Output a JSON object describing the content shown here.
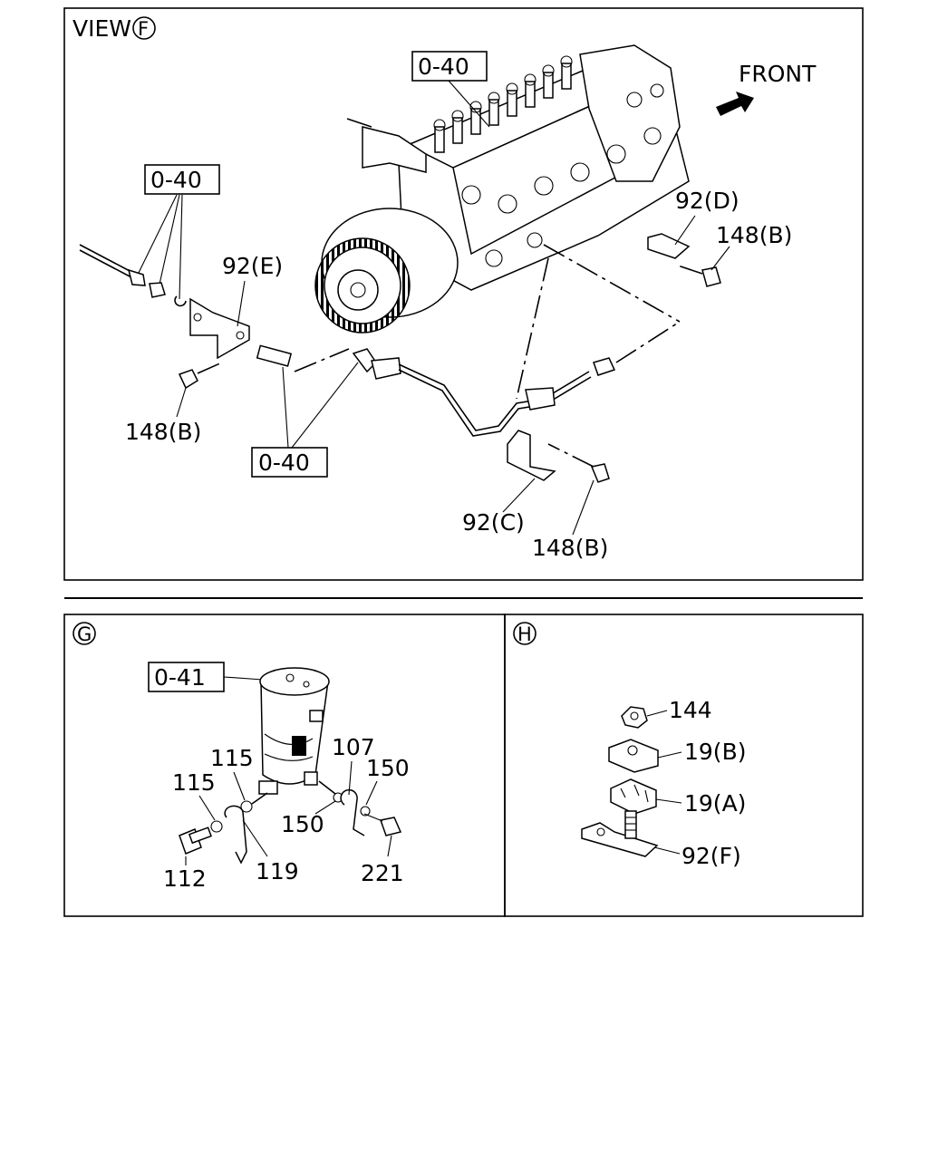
{
  "panel_f": {
    "view_label": "VIEW",
    "view_letter": "F",
    "front_label": "FRONT",
    "refs": {
      "top": "0-40",
      "left": "0-40",
      "bottom": "0-40"
    },
    "callouts": {
      "bracket_d": "92(D)",
      "bolt_d": "148(B)",
      "bracket_e": "92(E)",
      "bolt_e": "148(B)",
      "bracket_c": "92(C)",
      "bolt_c": "148(B)"
    }
  },
  "panel_g": {
    "letter": "G",
    "ref": "0-41",
    "callouts": {
      "washer_115a": "115",
      "washer_115b": "115",
      "n107": "107",
      "n150a": "150",
      "n150b": "150",
      "bolt_112": "112",
      "wire_119": "119",
      "bolt_221": "221"
    }
  },
  "panel_h": {
    "letter": "H",
    "callouts": {
      "nut_144": "144",
      "clip_19b": "19(B)",
      "clip_19a": "19(A)",
      "bracket_92f": "92(F)"
    }
  }
}
